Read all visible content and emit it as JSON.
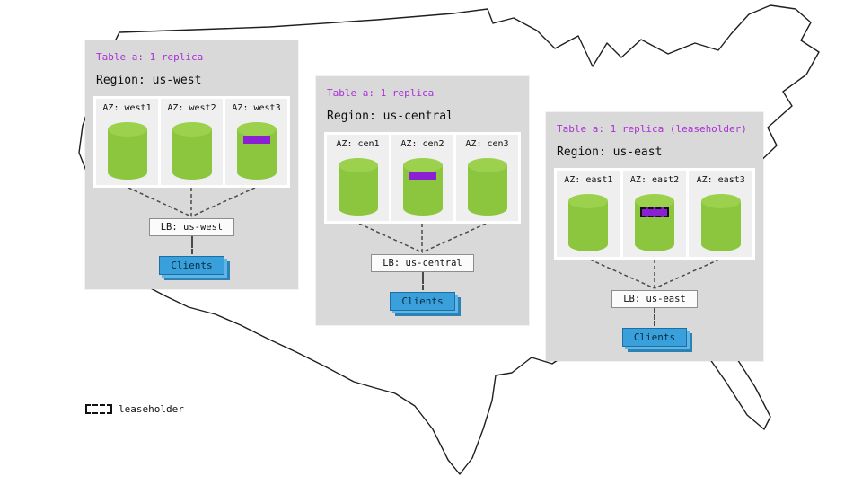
{
  "legend": {
    "label": "leaseholder"
  },
  "colors": {
    "accent_purple_text": "#ab2fd6",
    "replica_chip_purple": "#8a1fd4",
    "cylinder_green": "#8cc63e",
    "clients_blue": "#3aa0dc",
    "card_gray": "#d9d9d9"
  },
  "regions": [
    {
      "table_label": "Table a: 1 replica",
      "region_label": "Region: us-west",
      "azs": [
        {
          "label": "AZ: west1"
        },
        {
          "label": "AZ: west2"
        },
        {
          "label": "AZ: west3"
        }
      ],
      "lb_label": "LB: us-west",
      "clients_label": "Clients"
    },
    {
      "table_label": "Table a: 1 replica",
      "region_label": "Region: us-central",
      "azs": [
        {
          "label": "AZ: cen1"
        },
        {
          "label": "AZ: cen2"
        },
        {
          "label": "AZ: cen3"
        }
      ],
      "lb_label": "LB: us-central",
      "clients_label": "Clients"
    },
    {
      "table_label": "Table a: 1 replica (leaseholder)",
      "region_label": "Region: us-east",
      "azs": [
        {
          "label": "AZ: east1"
        },
        {
          "label": "AZ: east2"
        },
        {
          "label": "AZ: east3"
        }
      ],
      "lb_label": "LB: us-east",
      "clients_label": "Clients"
    }
  ]
}
